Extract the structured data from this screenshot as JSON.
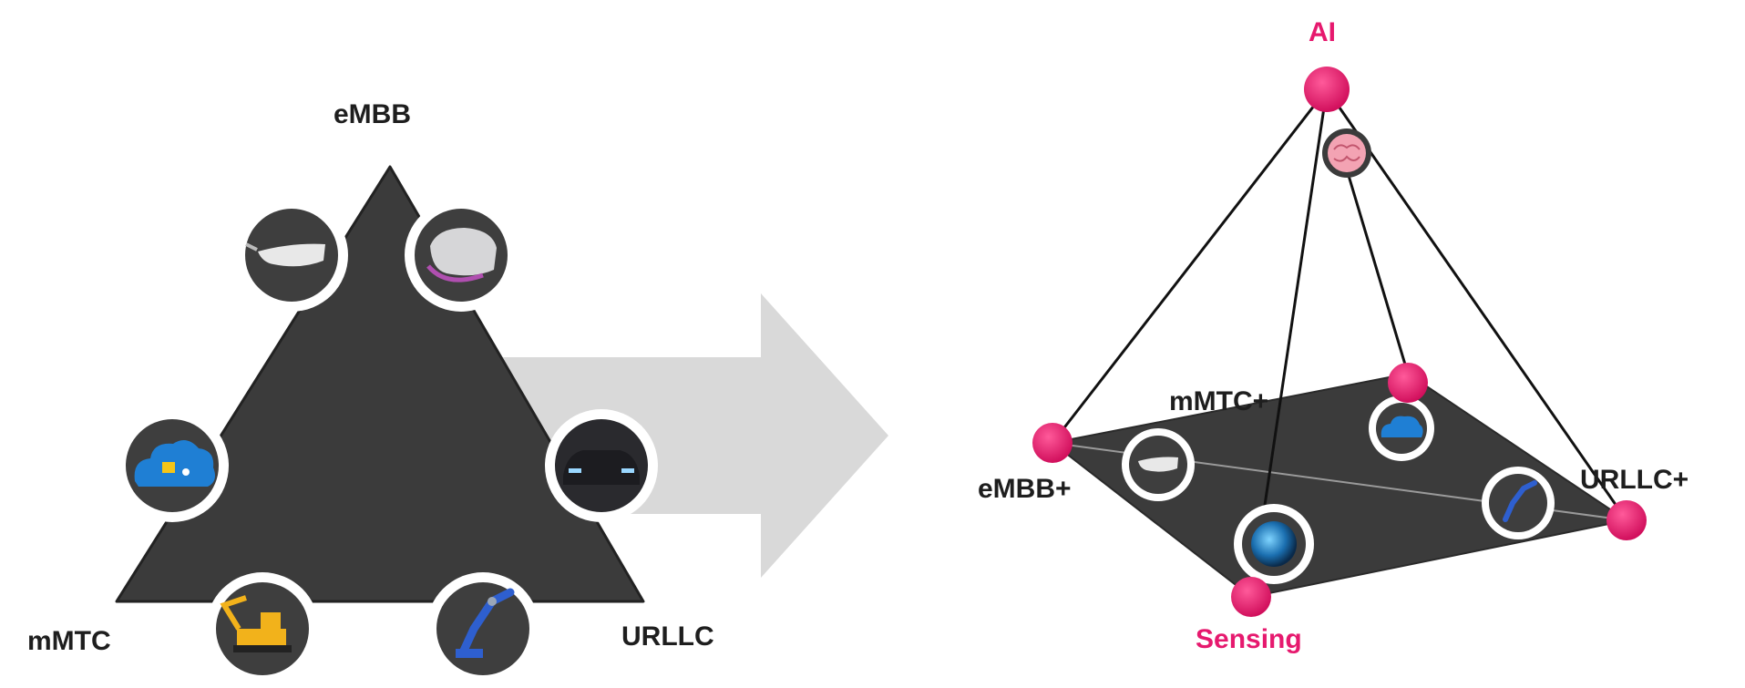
{
  "colors": {
    "accent": "#e6196e",
    "shape_fill": "#3b3b3b",
    "arrow_fill": "#d9d9d9",
    "label_dark": "#1e1e1e"
  },
  "left_triangle": {
    "labels": {
      "top": "eMBB",
      "bottom_left": "mMTC",
      "bottom_right": "URLLC"
    },
    "icons": [
      "smart-glasses-icon",
      "vr-headset-icon",
      "iot-cloud-icon",
      "car-icon",
      "excavator-icon",
      "robot-arm-icon"
    ]
  },
  "transition_arrow": "right-arrow",
  "right_pyramid": {
    "labels": {
      "apex": "AI",
      "left": "eMBB+",
      "back": "mMTC+",
      "right": "URLLC+",
      "front": "Sensing"
    },
    "icons": [
      "brain-icon",
      "smart-glasses-icon",
      "iot-cloud-icon",
      "sensing-globe-icon",
      "robot-arm-icon"
    ]
  }
}
